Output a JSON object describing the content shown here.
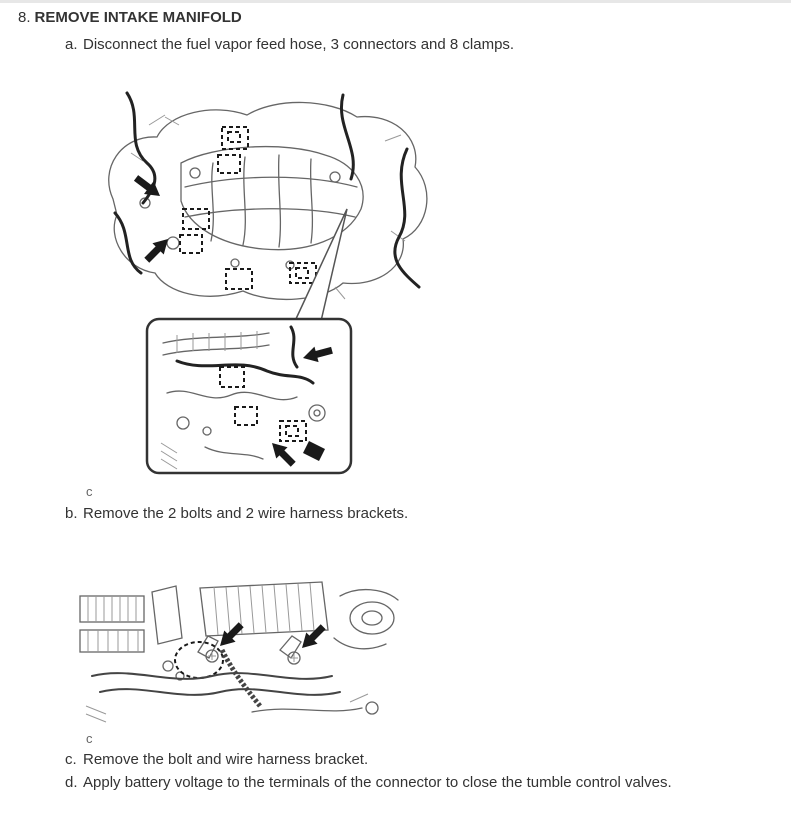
{
  "doc": {
    "step_number": "8.",
    "step_title": "REMOVE INTAKE MANIFOLD",
    "substep_a": {
      "label": "a.",
      "text": "Disconnect the fuel vapor feed hose, 3 connectors and 8 clamps."
    },
    "substep_b": {
      "label": "b.",
      "text": "Remove the 2 bolts and 2 wire harness brackets."
    },
    "substep_c": {
      "label": "c.",
      "text": "Remove the bolt and wire harness bracket."
    },
    "substep_d": {
      "label": "d.",
      "text": "Apply battery voltage to the terminals of the connector to close the tumble control valves."
    },
    "figure1": {
      "caption": "c"
    },
    "figure2": {
      "caption": "c"
    }
  },
  "colors": {
    "text": "#333333",
    "line_art": "#666666",
    "hose": "#222222",
    "clamp_highlight": "#1a1a1a",
    "top_border": "#e7e7e7",
    "caption": "#666666"
  }
}
